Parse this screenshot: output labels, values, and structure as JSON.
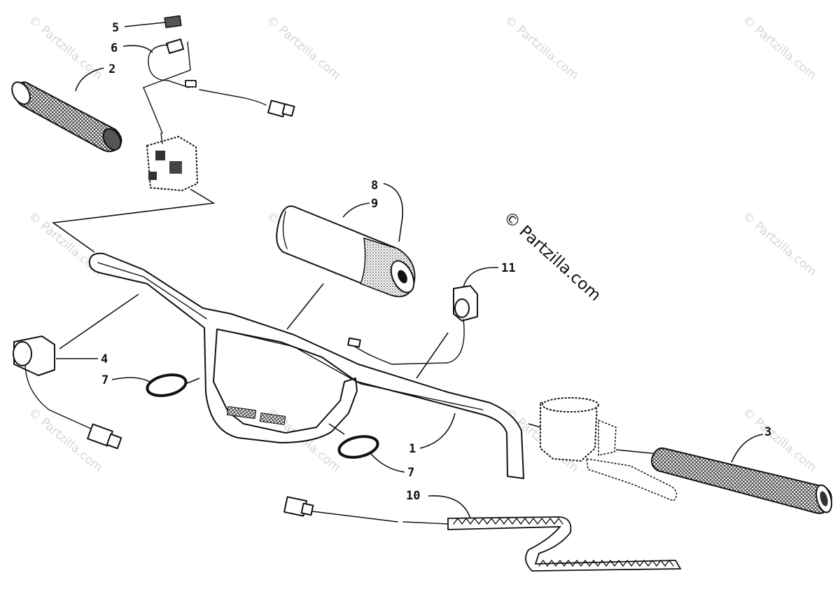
{
  "watermark": {
    "main_text": "© Partzilla.com",
    "tile_text": "© Partzilla.com"
  },
  "callouts": {
    "c1": "1",
    "c2": "2",
    "c3": "3",
    "c4": "4",
    "c5": "5",
    "c6": "6",
    "c7a": "7",
    "c7b": "7",
    "c8": "8",
    "c9": "9",
    "c10": "10",
    "c11": "11"
  },
  "colors": {
    "line": "#111111",
    "grip_fill": "#555555",
    "watermark": "#c8c8c8"
  }
}
